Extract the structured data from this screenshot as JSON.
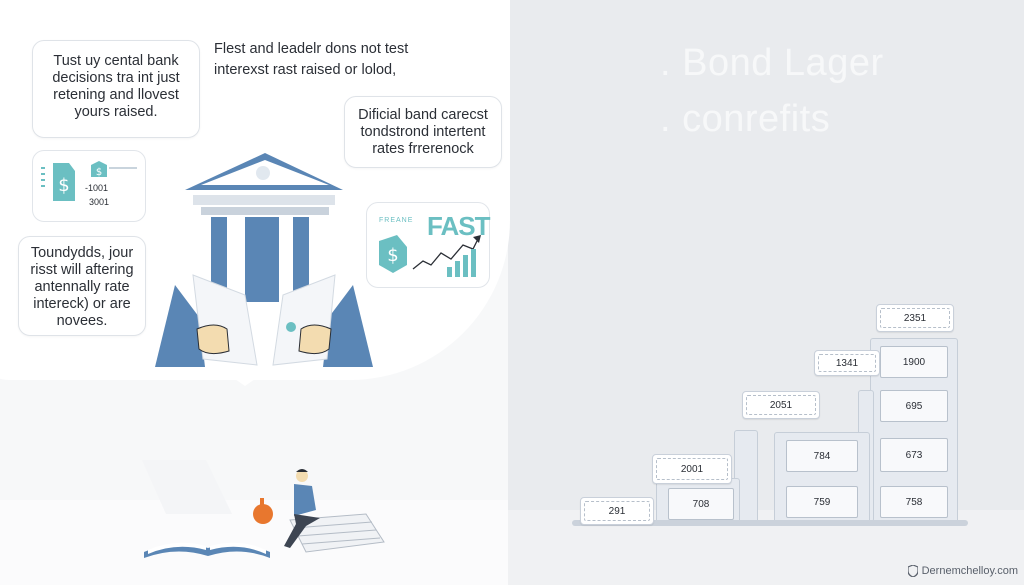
{
  "notes": {
    "top_left": [
      "Tust uy cental bank",
      "decisions tra int just",
      "retening and llovest",
      "yours raised."
    ],
    "top_center": [
      "Flest and leadelr dons not test",
      "interexst rast raised or lolod,"
    ],
    "right_upper": [
      "Dificial band carecst",
      "tondstrond intertent",
      "rates frrerenock"
    ],
    "bottom_left": [
      "Toundydds, jour",
      "risst will aftering",
      "antennally rate",
      "intereck) or are",
      "novees."
    ]
  },
  "small_card": {
    "line1": "-1001",
    "line2": "3001"
  },
  "fast_card": {
    "tiny_text": "FREANE",
    "big_text": "FAST"
  },
  "heading": {
    "line1": ". Bond Lager",
    "line2": ". conrefits"
  },
  "bond_tags": {
    "t2351": "2351",
    "t1341": "1341",
    "t2051": "2051",
    "t2001": "2001",
    "t291": "291"
  },
  "bond_labels": {
    "l1900": "1900",
    "l695": "695",
    "l673": "673",
    "l784": "784",
    "l708": "708",
    "l759": "759",
    "l758": "758"
  },
  "watermark": {
    "text": "Dernemchelloy.com"
  },
  "colors": {
    "accent_blue": "#5a86b5",
    "teal": "#6bbfc2",
    "skin": "#f3dcb0"
  }
}
